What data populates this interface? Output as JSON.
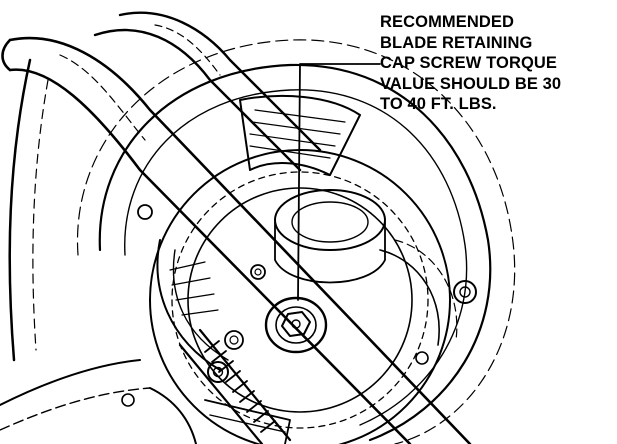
{
  "annotation": {
    "lines": [
      "RECOMMENDED",
      "BLADE RETAINING",
      "CAP SCREW TORQUE",
      "VALUE SHOULD BE 30",
      "TO 40 FT. LBS."
    ]
  },
  "colors": {
    "ink": "#000000",
    "paper": "#ffffff"
  },
  "icons": {
    "cap_screw": "hex-cap-screw-icon",
    "mounting_bolt": "bolt-head-icon"
  }
}
